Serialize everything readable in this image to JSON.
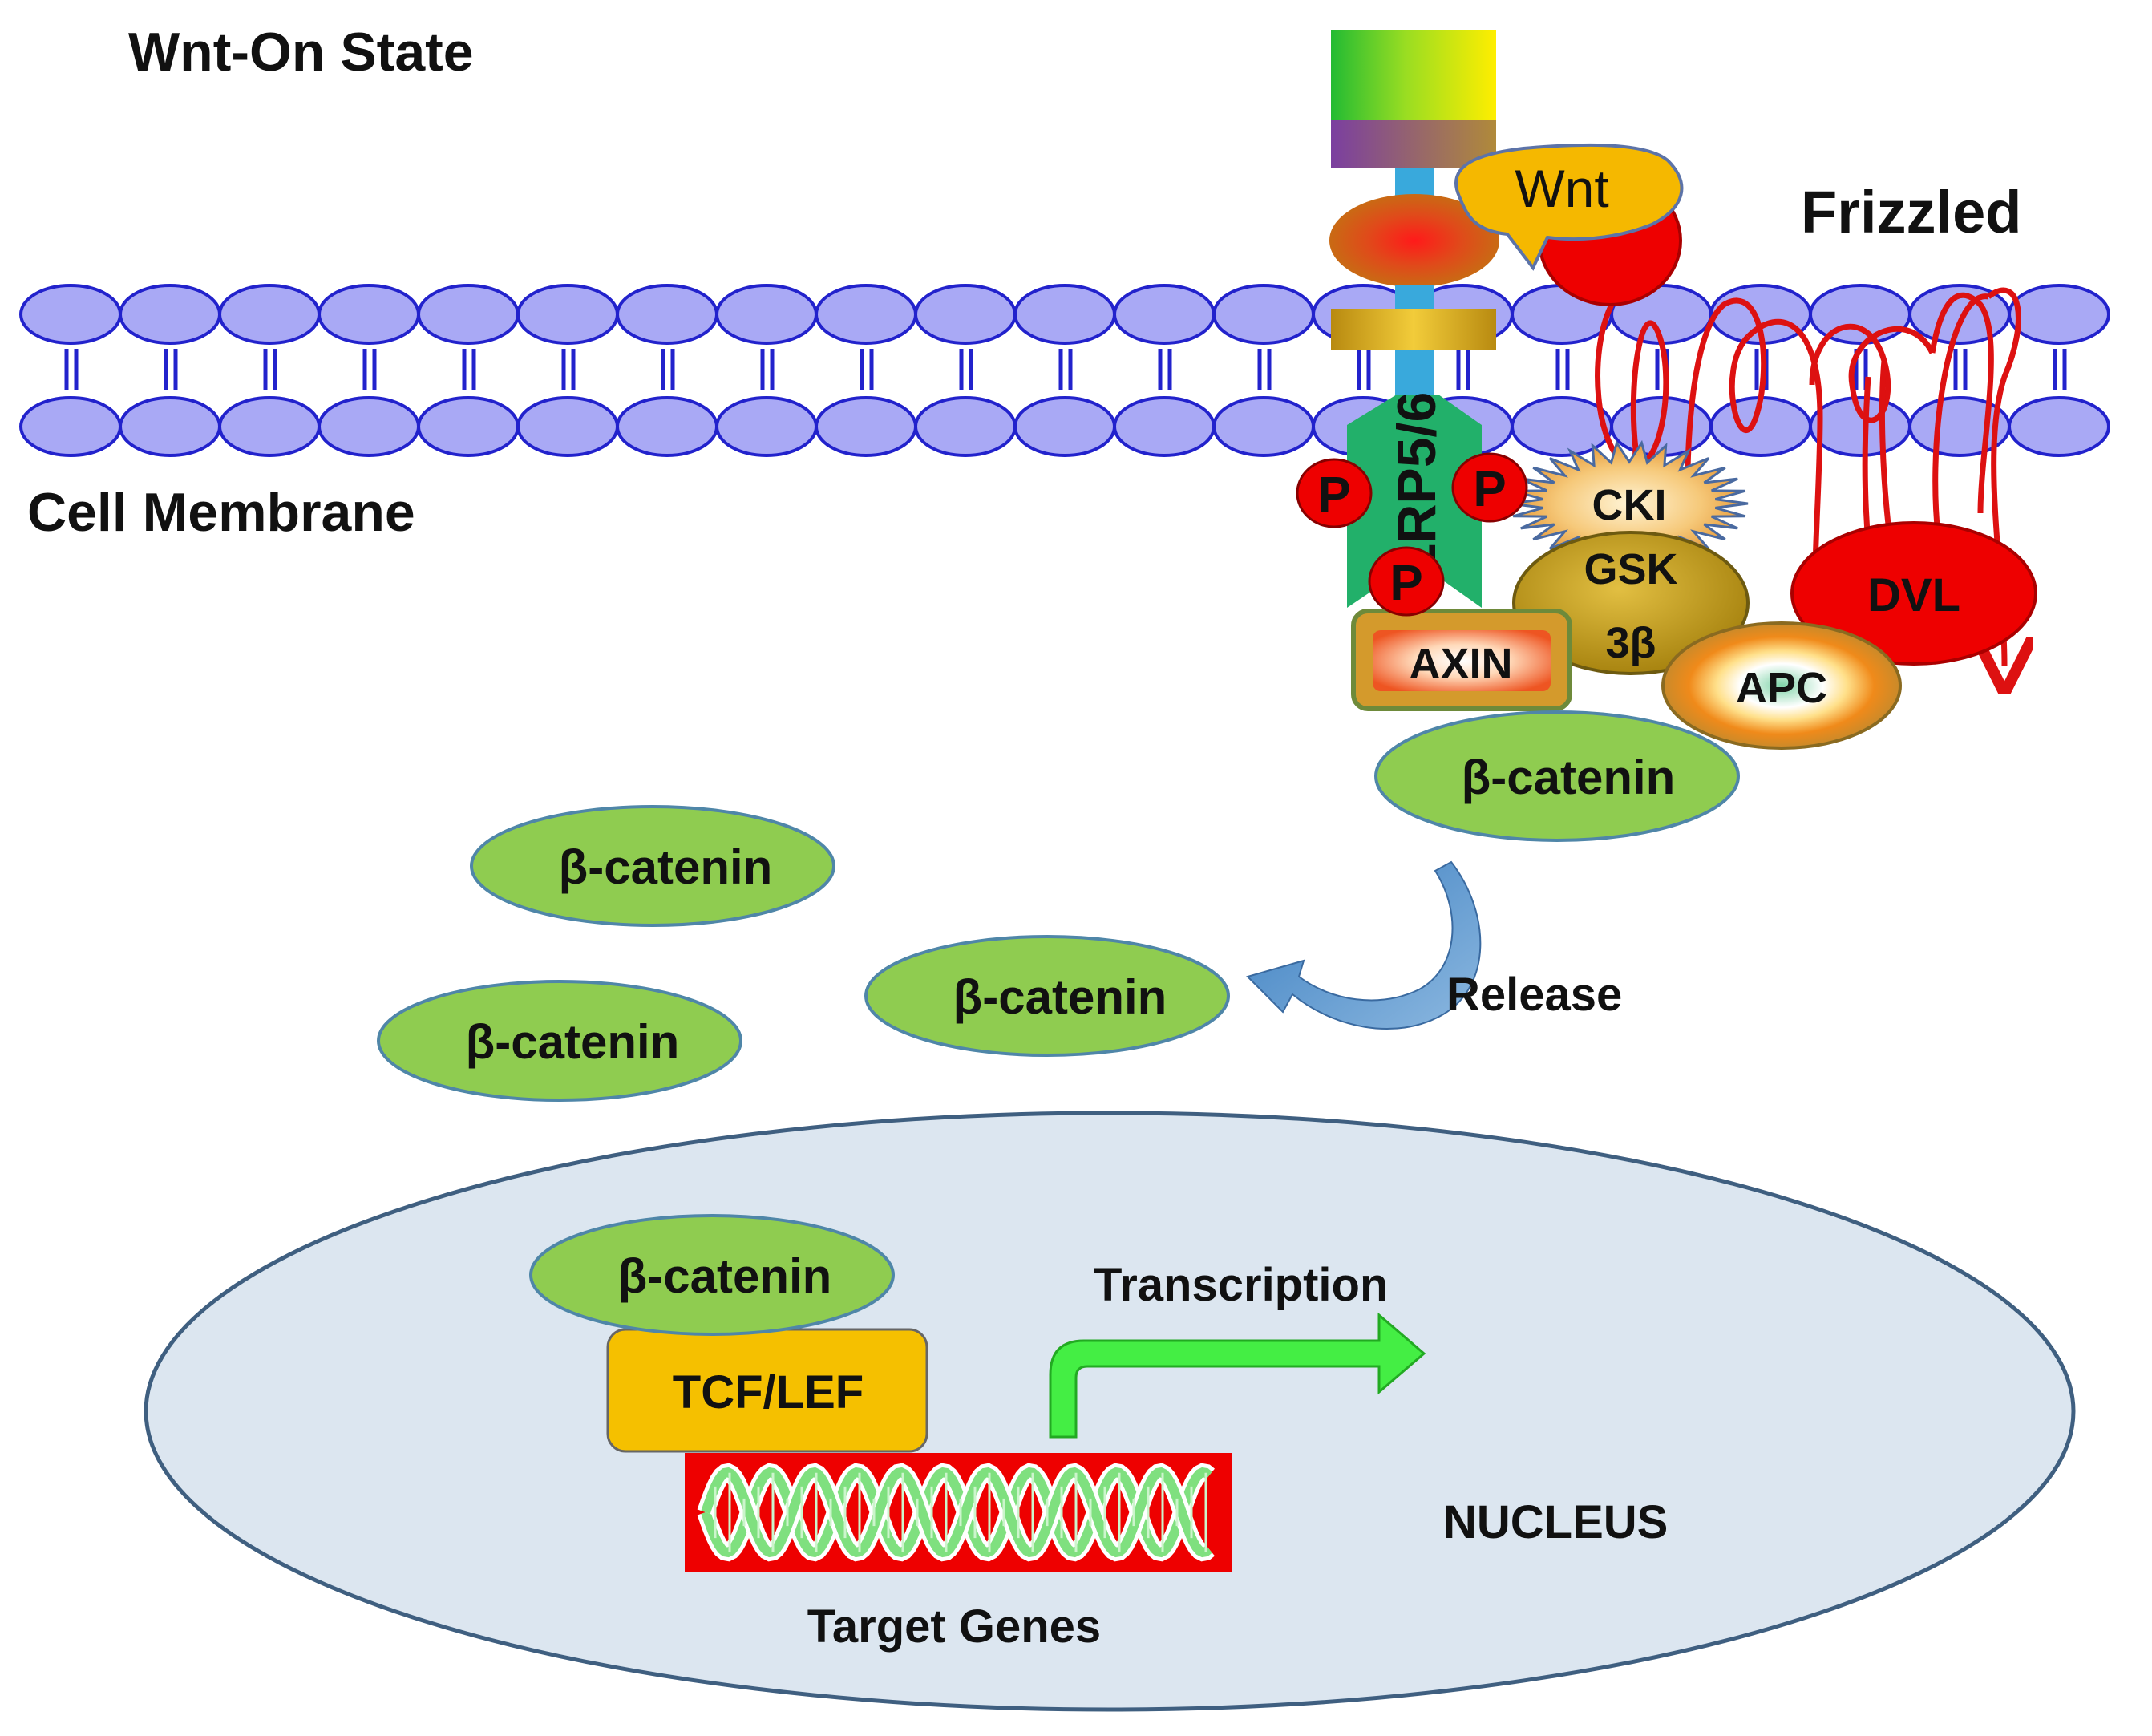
{
  "diagram": {
    "title": "Wnt-On State",
    "membrane_label": "Cell Membrane",
    "receptor": {
      "wnt_label": "Wnt",
      "frizzled_label": "Frizzled",
      "lrp_label": "LRP5/6",
      "phospho_label": "P"
    },
    "complex": {
      "cki_label": "CKI",
      "gsk_line1": "GSK",
      "gsk_line2": "3β",
      "dvl_label": "DVL",
      "axin_label": "AXIN",
      "apc_label": "APC"
    },
    "beta_catenin_label": "β-catenin",
    "release_label": "Release",
    "nucleus": {
      "label": "NUCLEUS",
      "tcf_label": "TCF/LEF",
      "transcription_label": "Transcription",
      "target_genes_label": "Target Genes"
    },
    "colors": {
      "membrane": "#a9a9f5",
      "membrane_stroke": "#2222cc",
      "beta_catenin": "#8fcc50",
      "nucleus": "#dce6f0",
      "dvl": "#ee0000",
      "gsk": "#c7a21c",
      "tcf": "#f5c000",
      "wnt": "#f5b800",
      "lrp": "#22b06a",
      "transcription_arrow": "#44ee44",
      "dna_box": "#ee0000"
    }
  }
}
